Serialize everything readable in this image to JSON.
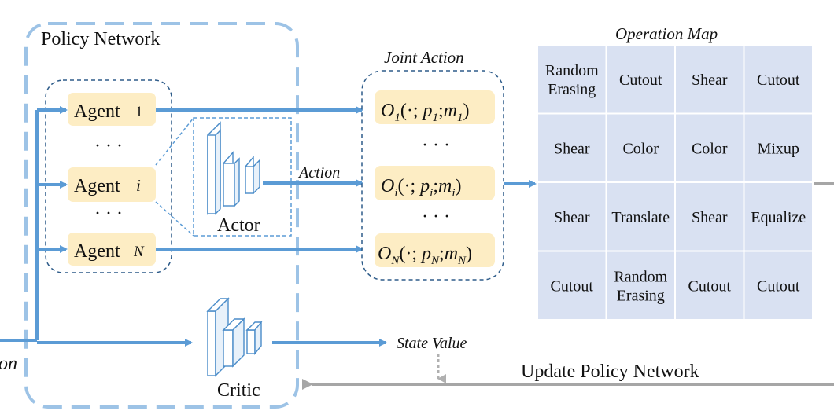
{
  "policy_network": {
    "title": "Policy Network",
    "agents": [
      {
        "word": "Agent",
        "index": "1"
      },
      {
        "word": "Agent",
        "index": "i"
      },
      {
        "word": "Agent",
        "index": "N"
      }
    ],
    "ellipsis": "· · ·",
    "actor_label": "Actor",
    "critic_label": "Critic"
  },
  "arrows": {
    "action_label": "Action",
    "state_value_label": "State Value",
    "update_label": "Update Policy Network",
    "left_partial_label": "on"
  },
  "joint_action": {
    "title": "Joint Action",
    "items": [
      {
        "op": "O",
        "idx": "1"
      },
      {
        "op": "O",
        "idx": "i"
      },
      {
        "op": "O",
        "idx": "N"
      }
    ],
    "ellipsis": "· · ·",
    "args_open": "(·; ",
    "p": "p",
    "sep": ";",
    "m": "m",
    "args_close": ")"
  },
  "operation_map": {
    "title": "Operation Map",
    "grid": [
      [
        [
          "Random",
          "Erasing"
        ],
        [
          "Cutout"
        ],
        [
          "Shear"
        ],
        [
          "Cutout"
        ]
      ],
      [
        [
          "Shear"
        ],
        [
          "Color"
        ],
        [
          "Color"
        ],
        [
          "Mixup"
        ]
      ],
      [
        [
          "Shear"
        ],
        [
          "Translate"
        ],
        [
          "Shear"
        ],
        [
          "Equalize"
        ]
      ],
      [
        [
          "Cutout"
        ],
        [
          "Random",
          "Erasing"
        ],
        [
          "Cutout"
        ],
        [
          "Cutout"
        ]
      ]
    ]
  },
  "colors": {
    "arrow_blue": "#5b9bd5",
    "dashed_outer": "#9dc3e6",
    "dashed_inner": "#2e5c8a",
    "agent_fill": "#fdedc4",
    "grid_fill": "#d9e1f2",
    "grey_arrow": "#a6a6a6",
    "net_stroke": "#4a8cc9"
  }
}
